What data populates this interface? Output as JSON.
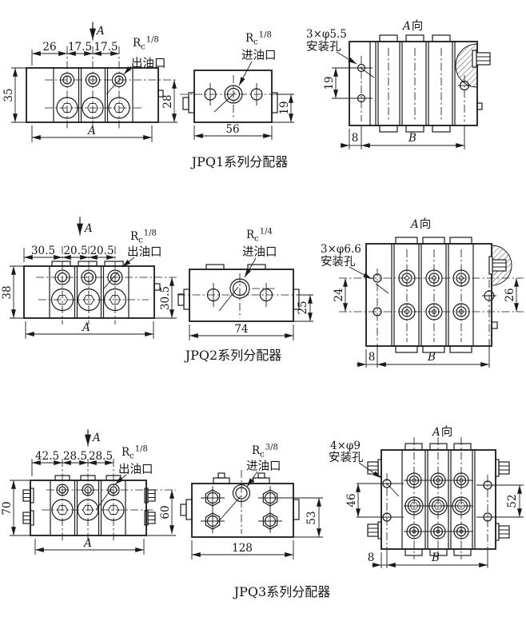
{
  "drawing": {
    "rows": [
      {
        "caption": "JPQ1系列分配器",
        "front": {
          "section_label": "A",
          "top_dims": [
            "26",
            "17.5",
            "17.5"
          ],
          "left_dim": "35",
          "right_dim": "28",
          "bottom_dim": "A",
          "port": {
            "base": "R",
            "sub": "c",
            "frac": "1/8"
          },
          "port_name": "出油口"
        },
        "plan": {
          "port": {
            "base": "R",
            "sub": "c",
            "frac": "1/8"
          },
          "port_name": "进油口",
          "bottom_dim": "56",
          "right_dim": "19"
        },
        "side": {
          "view_label": {
            "letter": "A",
            "suffix": "向"
          },
          "holes_label": "3×φ5.5",
          "holes_name": "安装孔",
          "left_dim": "19",
          "offset_dim": "8",
          "width_dim": "B"
        }
      },
      {
        "caption": "JPQ2系列分配器",
        "front": {
          "section_label": "A",
          "top_dims": [
            "30.5",
            "20.5",
            "20.5"
          ],
          "left_dim": "38",
          "right_dim": "30.5",
          "bottom_dim": "A",
          "port": {
            "base": "R",
            "sub": "c",
            "frac": "1/8"
          },
          "port_name": "出油口"
        },
        "plan": {
          "port": {
            "base": "R",
            "sub": "c",
            "frac": "1/4"
          },
          "port_name": "进油口",
          "bottom_dim": "74",
          "right_dim": "25"
        },
        "side": {
          "view_label": {
            "letter": "A",
            "suffix": "向"
          },
          "holes_label": "3×φ6.6",
          "holes_name": "安装孔",
          "left_dim": "24",
          "right_dim": "26",
          "offset_dim": "8",
          "width_dim": "B"
        }
      },
      {
        "caption": "JPQ3系列分配器",
        "front": {
          "section_label": "A",
          "top_dims": [
            "42.5",
            "28.5",
            "28.5"
          ],
          "left_dim": "70",
          "right_dim": "60",
          "bottom_dim": "A",
          "port": {
            "base": "R",
            "sub": "c",
            "frac": "1/8"
          },
          "port_name": "出油口"
        },
        "plan": {
          "port": {
            "base": "R",
            "sub": "c",
            "frac": "3/8"
          },
          "port_name": "进油口",
          "bottom_dim": "128",
          "right_dim": "53"
        },
        "side": {
          "view_label": {
            "letter": "A",
            "suffix": "向"
          },
          "holes_label": "4×φ9",
          "holes_name": "安装孔",
          "left_dim": "46",
          "right_dim": "52",
          "offset_dim": "8",
          "width_dim": "B"
        }
      }
    ]
  }
}
